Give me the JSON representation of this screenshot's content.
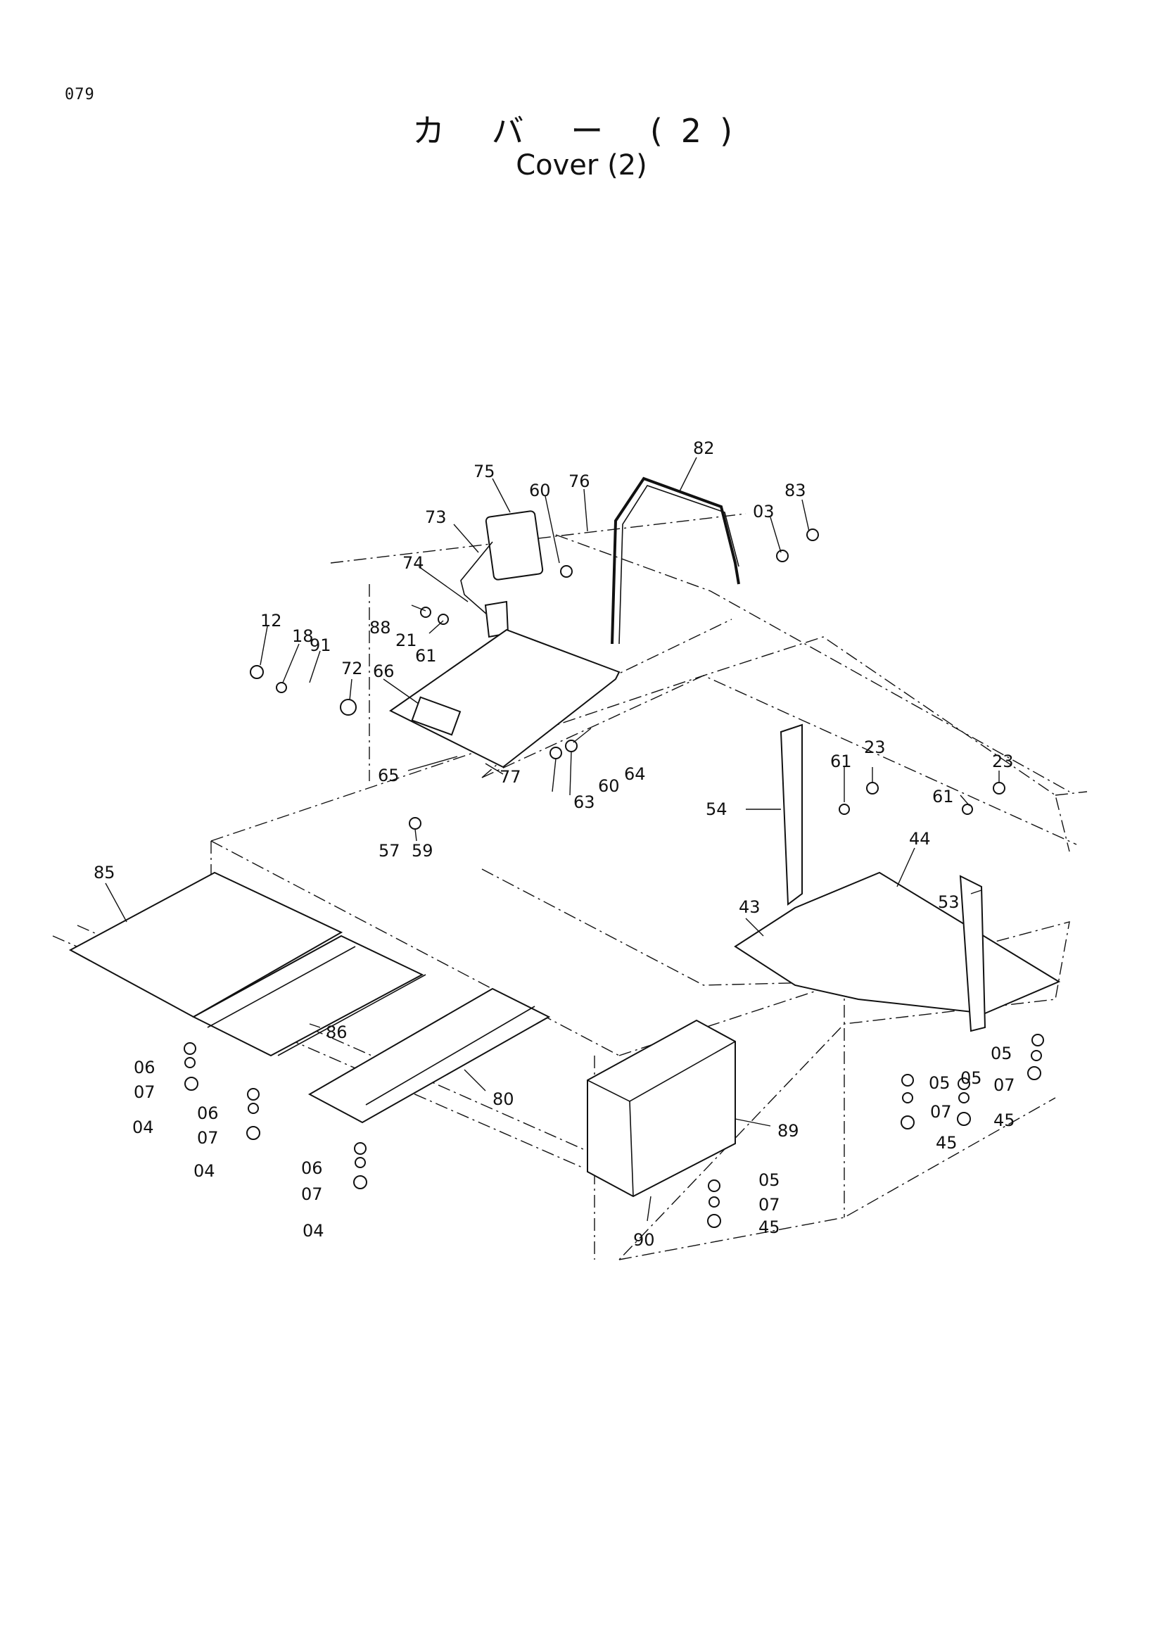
{
  "page_number": "079",
  "title_jp": "カ バ ー (2)",
  "title_en": "Cover (2)",
  "callouts": {
    "c03": "03",
    "c04a": "04",
    "c04b": "04",
    "c04c": "04",
    "c05a": "05",
    "c05b": "05",
    "c05c": "05",
    "c05d": "05",
    "c06a": "06",
    "c06b": "06",
    "c06c": "06",
    "c07a": "07",
    "c07b": "07",
    "c07c": "07",
    "c07d": "07",
    "c07e": "07",
    "c07f": "07",
    "c12": "12",
    "c18": "18",
    "c21": "21",
    "c23a": "23",
    "c23b": "23",
    "c43": "43",
    "c44": "44",
    "c45a": "45",
    "c45b": "45",
    "c45c": "45",
    "c53": "53",
    "c54": "54",
    "c57": "57",
    "c59": "59",
    "c60a": "60",
    "c60b": "60",
    "c61a": "61",
    "c61b": "61",
    "c61c": "61",
    "c63": "63",
    "c64": "64",
    "c65": "65",
    "c66": "66",
    "c72": "72",
    "c73": "73",
    "c74": "74",
    "c75": "75",
    "c76": "76",
    "c77": "77",
    "c80": "80",
    "c82": "82",
    "c83": "83",
    "c85": "85",
    "c86": "86",
    "c88": "88",
    "c89": "89",
    "c90": "90",
    "c91": "91"
  }
}
